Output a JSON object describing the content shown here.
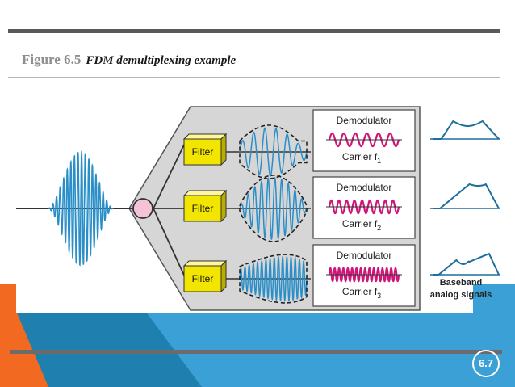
{
  "figure": {
    "number": "Figure 6.5",
    "title": "FDM demultiplexing example"
  },
  "diagram": {
    "filters": [
      "Filter",
      "Filter",
      "Filter"
    ],
    "demodulators": [
      {
        "label": "Demodulator",
        "carrier": "Carrier f",
        "sub": "1"
      },
      {
        "label": "Demodulator",
        "carrier": "Carrier f",
        "sub": "2"
      },
      {
        "label": "Demodulator",
        "carrier": "Carrier f",
        "sub": "3"
      }
    ],
    "output_label_line1": "Baseband",
    "output_label_line2": "analog signals"
  },
  "slide": {
    "page_number": "6.7"
  },
  "colors": {
    "wave_blue": "#2a8fc8",
    "carrier_magenta": "#d0157a",
    "filter_yellow": "#f2e600",
    "junction_pink": "#f5c3d8",
    "panel_gray": "#d6d6d6",
    "accent_orange": "#f26a21",
    "accent_blue": "#3aa0d5"
  }
}
